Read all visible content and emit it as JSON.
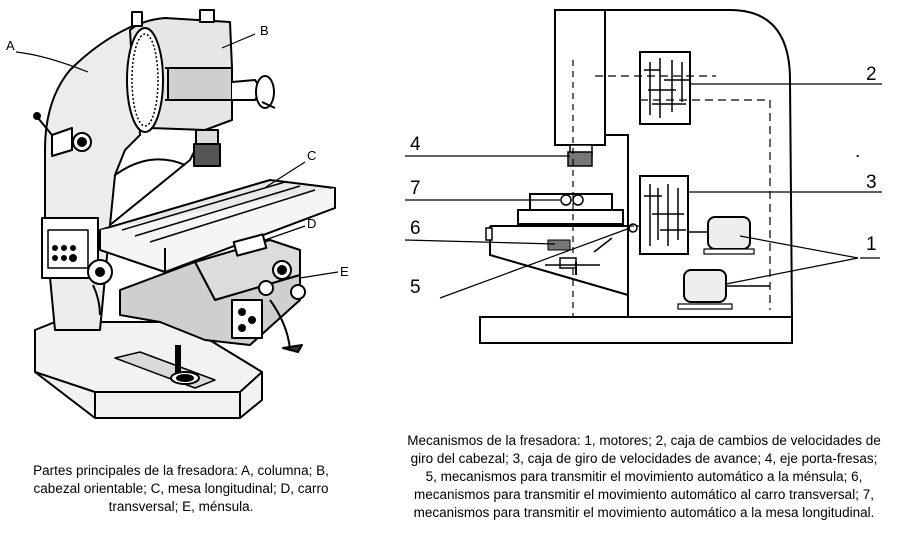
{
  "left_figure": {
    "labels": {
      "a": "A",
      "b": "B",
      "c": "C",
      "d": "D",
      "e": "E"
    },
    "caption": "Partes principales de la fresadora: A, columna; B, cabezal orientable; C, mesa longitudinal; D, carro transversal; E, ménsula."
  },
  "right_figure": {
    "labels": {
      "n1": "1",
      "n2": "2",
      "n3": "3",
      "n4": "4",
      "n5": "5",
      "n6": "6",
      "n7": "7"
    },
    "caption": "Mecanismos de la fresadora: 1, motores; 2, caja de cambios de velocidades de giro del cabezal; 3, caja de giro de velocidades de avance; 4, eje porta-fresas; 5, mecanismos para transmitir el movimiento automático a la ménsula; 6, mecanismos para transmitir el movimiento automático al carro transversal; 7, mecanismos para transmitir el movimiento automático a la mesa longitudinal."
  }
}
